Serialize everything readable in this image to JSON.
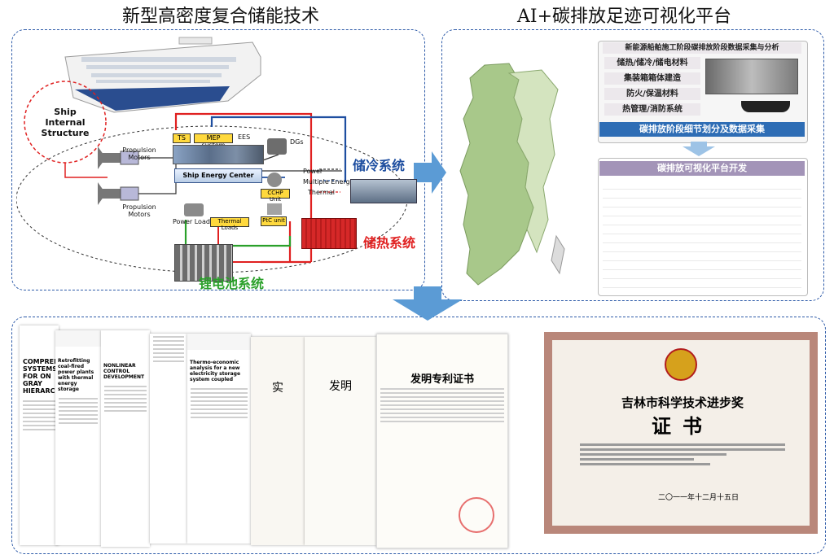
{
  "titles": {
    "left": "新型高密度复合储能技术",
    "right": "AI+碳排放足迹可视化平台"
  },
  "ship": {
    "callout": "Ship Internal Structure",
    "ts": "TS",
    "mep": "MEP system",
    "ees": "EES",
    "center": "Ship Energy Center",
    "dgs": "DGs",
    "propulsion_top": "Propulsion Motors",
    "propulsion_bottom": "Propulsion Motors",
    "power": "Power",
    "multiple": "Multiple Energy",
    "thermal": "Thermal",
    "cchp": "CCHP Unit",
    "ptc": "PtC unit",
    "power_loads": "Power Loads",
    "thermal_loads": "Thermal Loads",
    "cold_storage": "储冷系统",
    "heat_storage": "储热系统",
    "battery": "锂电池系统"
  },
  "platform": {
    "header": "新能源船舶施工阶段碳排放阶段数据采集与分析",
    "items": [
      "储热/储冷/储电材料",
      "集装箱箱体建造",
      "防火/保温材料",
      "热管理/消防系统"
    ],
    "stage_bar": "碳排放阶段细节划分及数据采集",
    "visual_title": "碳排放可视化平台开发"
  },
  "docs": {
    "paper1_title": "COMPREHENSIVE SYSTEMS FOR ON GRAY HIERARCHY",
    "paper2_title": "Retrofitting coal-fired power plants with thermal energy storage",
    "paper3_title": "NONLINEAR CONTROL DEVELOPMENT",
    "paper4_title": "Thermo-economic analysis for a new electricity storage system coupled",
    "patent1": "实",
    "patent2": "发明",
    "patent_cert": "发明专利证书",
    "award_line1": "吉林市科学技术进步奖",
    "award_line2": "证书",
    "award_date": "二〇一一年十二月十五日"
  },
  "colors": {
    "red": "#e02020",
    "blue": "#1e4ea0",
    "green": "#2aa02a",
    "accent_blue": "#5b9bd5",
    "dash": "#2d5aa8"
  }
}
